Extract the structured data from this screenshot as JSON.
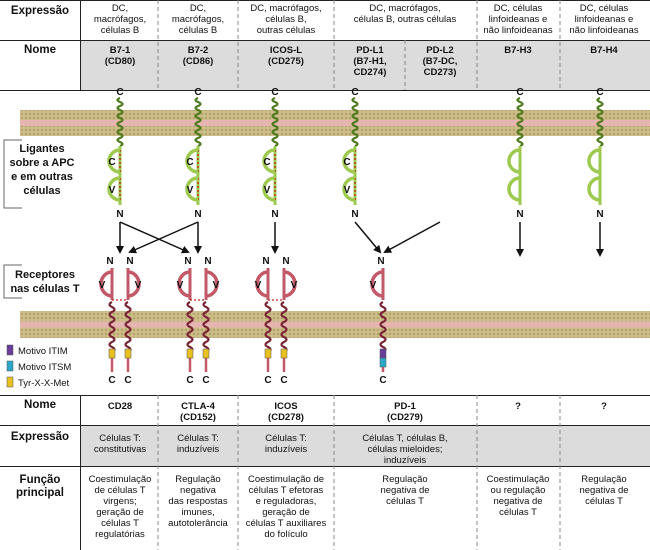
{
  "top_table": {
    "row_labels": {
      "expressao": "Expressão",
      "nome": "Nome"
    },
    "expressao": [
      [
        "DC,",
        "macrófagos,",
        "células B"
      ],
      [
        "DC,",
        "macrófagos,",
        "células B"
      ],
      [
        "DC, macrófagos,",
        "células B,",
        "outras células"
      ],
      [
        "DC, macrófagos,",
        "células B, outras células"
      ],
      [
        "DC, células",
        "linfoideanas e",
        "não linfoideanas"
      ],
      [
        "DC, células",
        "linfoideanas e",
        "não linfoideanas"
      ]
    ],
    "nomes": [
      [
        "B7-1",
        "(CD80)"
      ],
      [
        "B7-2",
        "(CD86)"
      ],
      [
        "ICOS-L",
        "(CD275)"
      ],
      [
        "PD-L1",
        "(B7-H1,",
        "CD274)"
      ],
      [
        "PD-L2",
        "(B7-DC,",
        "CD273)"
      ],
      [
        "B7-H3"
      ],
      [
        "B7-H4"
      ]
    ]
  },
  "diagram": {
    "apc_label": [
      "Ligantes",
      "sobre a APC",
      "e em outras",
      "células"
    ],
    "t_label": [
      "Receptores",
      "nas células T"
    ],
    "terminal_c": "C",
    "terminal_n": "N",
    "domain_c": "C",
    "domain_v": "V",
    "legend": [
      {
        "label": "Motivo ITIM",
        "color": "#6a3d9a"
      },
      {
        "label": "Motivo ITSM",
        "color": "#2aa6c9"
      },
      {
        "label": "Tyr-X-X-Met",
        "color": "#e8c020"
      }
    ]
  },
  "bottom_table": {
    "row_labels": {
      "nome": "Nome",
      "expressao": "Expressão",
      "funcao": [
        "Função",
        "principal"
      ]
    },
    "nomes": [
      [
        "CD28"
      ],
      [
        "CTLA-4",
        "(CD152)"
      ],
      [
        "ICOS",
        "(CD278)"
      ],
      [
        "PD-1",
        "(CD279)"
      ],
      [
        "?"
      ],
      [
        "?"
      ]
    ],
    "expressao": [
      [
        "Células T:",
        "constitutivas"
      ],
      [
        "Células T:",
        "induzíveis"
      ],
      [
        "Células T:",
        "induzíveis"
      ],
      [
        "Células T, células B,",
        "células mieloides;",
        "induzíveis"
      ],
      [],
      []
    ],
    "funcao": [
      [
        "Coestimulação",
        "de células T",
        "virgens;",
        "geração de",
        "células T",
        "regulatórias"
      ],
      [
        "Regulação",
        "negativa",
        "das respostas",
        "imunes,",
        "autotolerância"
      ],
      [
        "Coestimulação de",
        "células T efetoras",
        "e reguladoras,",
        "geração de",
        "células T auxiliares",
        "do folículo"
      ],
      [
        "Regulação",
        "negativa de",
        "células T"
      ],
      [
        "Coestimulação",
        "ou regulação",
        "negativa de",
        "células T"
      ],
      [
        "Regulação",
        "negativa de",
        "células T"
      ]
    ]
  },
  "colors": {
    "header_gray": "#dcdcdc",
    "membrane_tan": "#cdbd8a",
    "membrane_pink": "#e6b5b1",
    "ligand_green": "#9ec94f",
    "ligand_dark": "#4e7a1e",
    "receptor_red": "#c25868",
    "receptor_dark": "#7a2536"
  }
}
